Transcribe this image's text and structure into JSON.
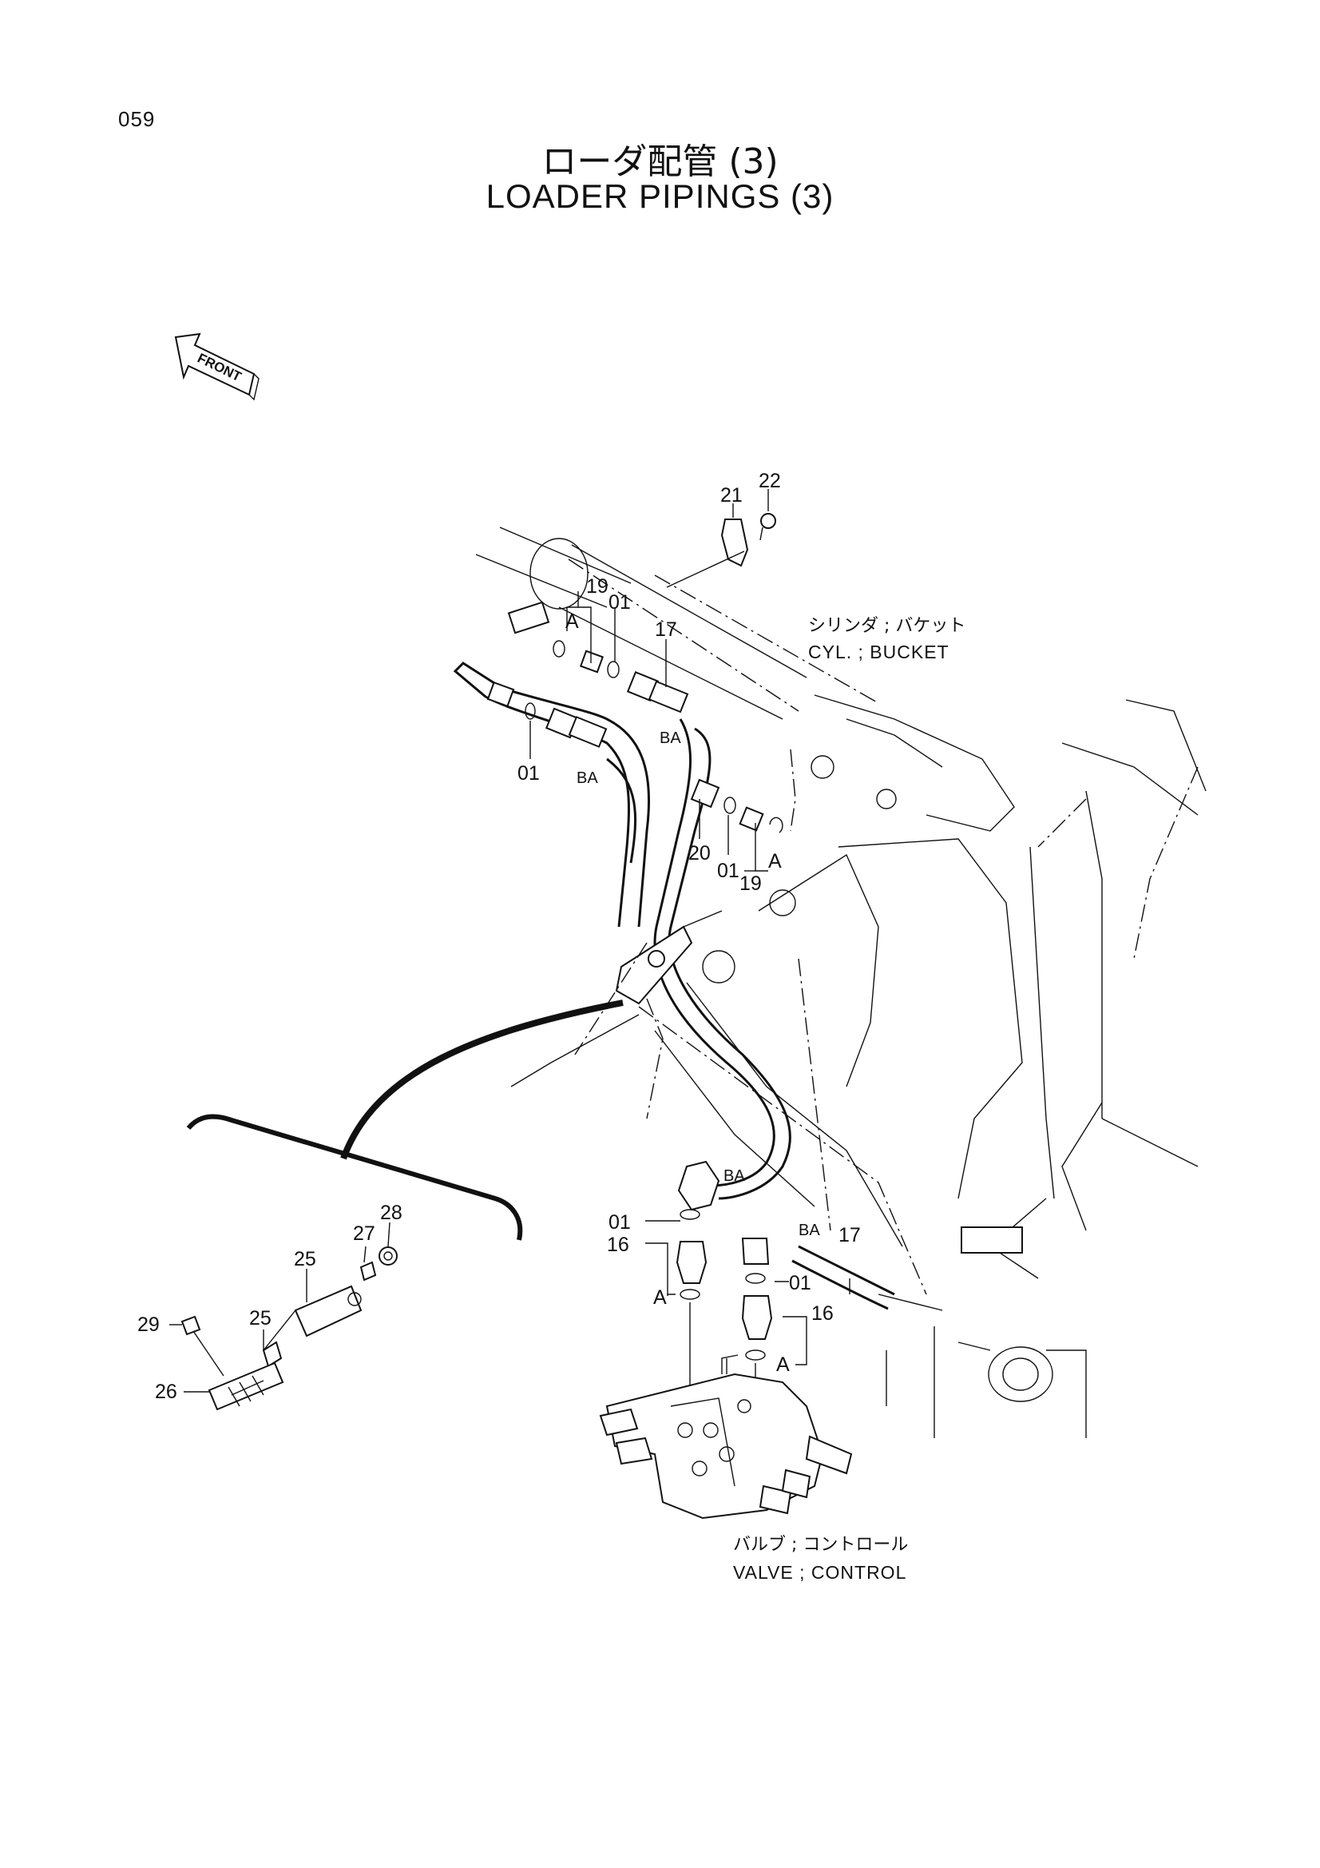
{
  "page_number": "059",
  "title_jp": "ローダ配管 (3)",
  "title_en": "LOADER PIPINGS (3)",
  "front_label": "FRONT",
  "captions": {
    "cylinder_jp": "シリンダ ; バケット",
    "cylinder_en": "CYL. ; BUCKET",
    "valve_jp": "バルブ ; コントロール",
    "valve_en": "VALVE ; CONTROL"
  },
  "callouts": {
    "c21": "21",
    "c22": "22",
    "c19a": "19",
    "c01a": "01",
    "c17a": "17",
    "cAa": "A",
    "c01b": "01",
    "cBAa": "BA",
    "cBAb": "BA",
    "c20": "20",
    "c01c": "01",
    "c19b": "19",
    "cAb": "A",
    "cBAc": "BA",
    "c01d": "01",
    "c16a": "16",
    "cAc": "A",
    "cBAd": "BA",
    "c17b": "17",
    "c01e": "01",
    "c16b": "16",
    "cAd": "A",
    "c28": "28",
    "c27": "27",
    "c25a": "25",
    "c25b": "25",
    "c29": "29",
    "c26": "26"
  }
}
